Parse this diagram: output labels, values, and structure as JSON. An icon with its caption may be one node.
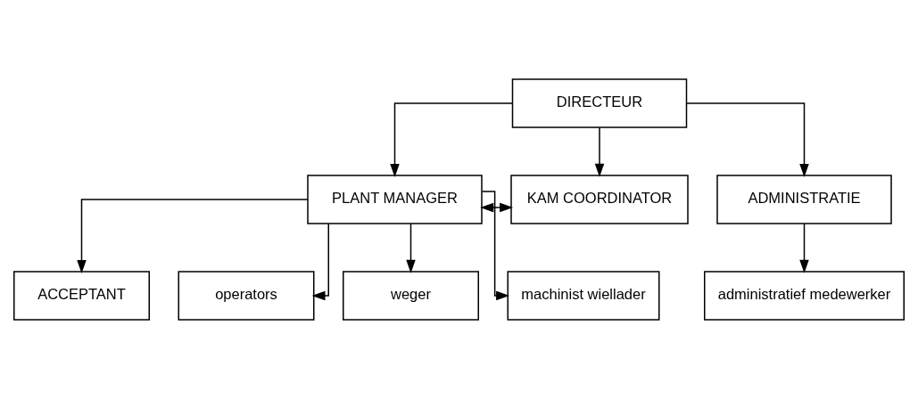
{
  "diagram": {
    "nodes": [
      {
        "text": [
          "DIRECTEUR"
        ]
      },
      {
        "text": [
          "PLANT MANAGER"
        ]
      },
      {
        "text": [
          "KAM COORDINATOR"
        ]
      },
      {
        "text": [
          "ADMINISTRATIE"
        ]
      },
      {
        "text": [
          "ACCEPTANT"
        ]
      },
      {
        "text": [
          "operators"
        ]
      },
      {
        "text": [
          "weger"
        ]
      },
      {
        "text": [
          "machinist wiellader"
        ]
      },
      {
        "text": [
          "administratief medewerker"
        ]
      }
    ],
    "edges": [
      {
        "from": 0,
        "to": 1,
        "arrow": "to"
      },
      {
        "from": 0,
        "to": 2,
        "arrow": "to"
      },
      {
        "from": 0,
        "to": 3,
        "arrow": "to"
      },
      {
        "from": 1,
        "to": 2,
        "arrow": "both",
        "style": "dashed"
      },
      {
        "from": 1,
        "to": 4,
        "arrow": "to"
      },
      {
        "from": 1,
        "to": 5,
        "arrow": "to"
      },
      {
        "from": 1,
        "to": 6,
        "arrow": "to"
      },
      {
        "from": 1,
        "to": 7,
        "arrow": "to"
      },
      {
        "from": 3,
        "to": 8,
        "arrow": "to"
      }
    ]
  }
}
